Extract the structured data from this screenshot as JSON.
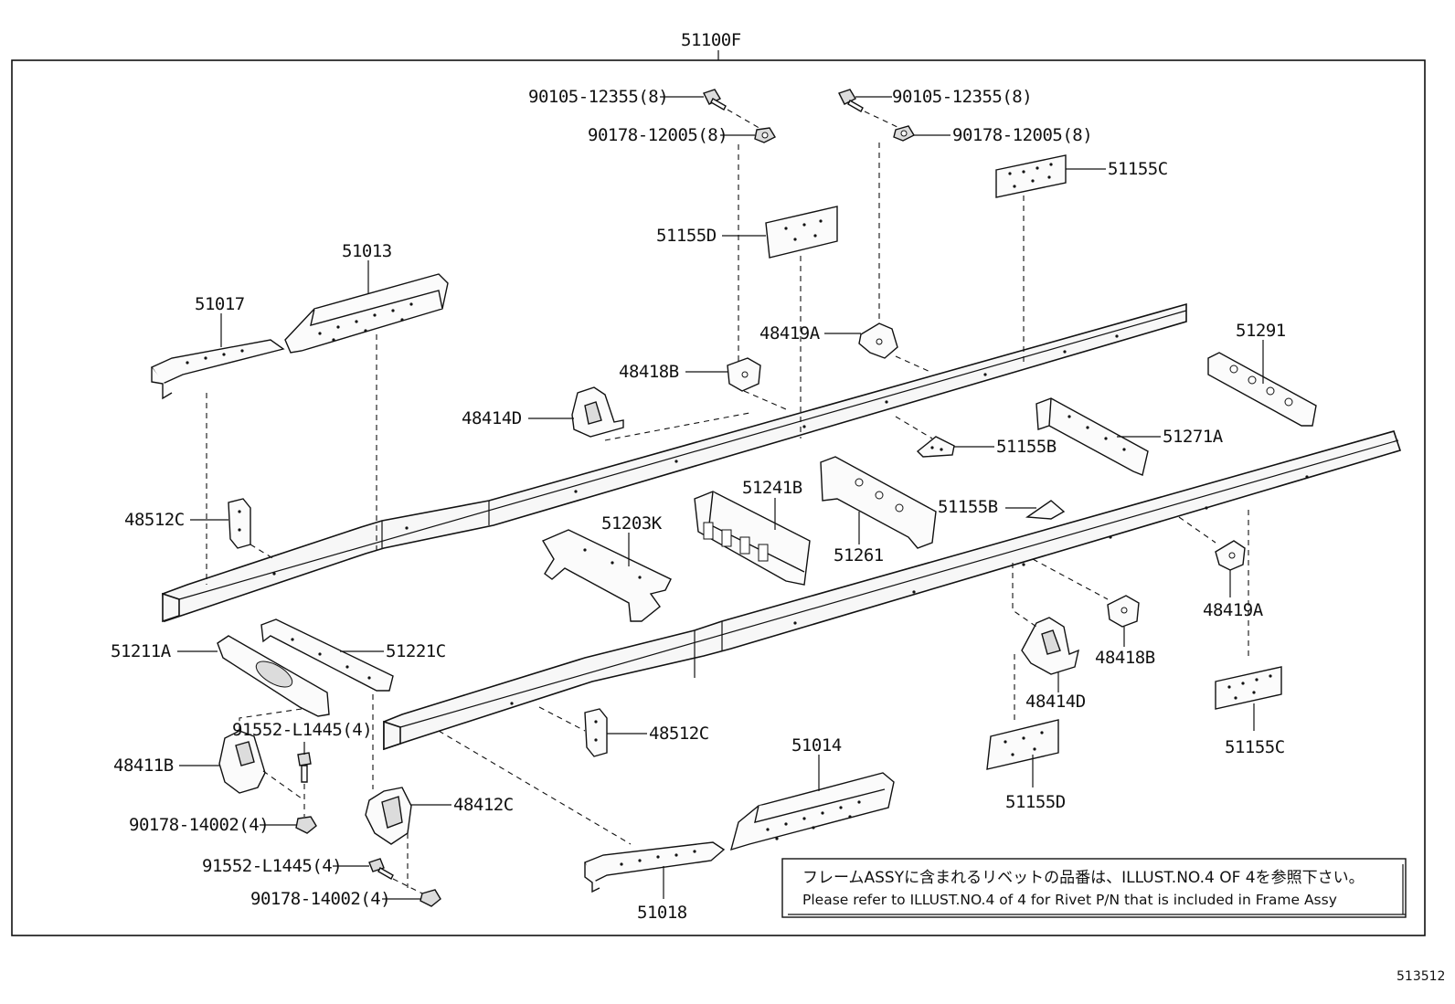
{
  "diagram": {
    "assembly_label": "51100F",
    "illustration_number": "513512",
    "note": {
      "japanese": "フレームASSYに含まれるリベットの品番は、ILLUST.NO.4 OF 4を参照下さい。",
      "english": "Please refer to ILLUST.NO.4 of 4 for Rivet P/N that is included in Frame Assy"
    },
    "parts": {
      "bolt_top_left": "90105-12355(8)",
      "nut_top_left": "90178-12005(8)",
      "bolt_top_right": "90105-12355(8)",
      "nut_top_right": "90178-12005(8)",
      "plate_51155c_top": "51155C",
      "plate_51155d_top": "51155D",
      "rail_51013": "51013",
      "rail_51017": "51017",
      "bracket_48419a_top": "48419A",
      "bracket_48418b_top": "48418B",
      "bracket_48414d_top": "48414D",
      "crossmember_51291": "51291",
      "crossmember_51271a": "51271A",
      "gusset_51155b_upper": "51155B",
      "crossmember_51241b": "51241B",
      "gusset_51155b_lower": "51155B",
      "crossmember_51203k": "51203K",
      "crossmember_51261": "51261",
      "bracket_48512c_left": "48512C",
      "bracket_48419a_right": "48419A",
      "bracket_48418b_right": "48418B",
      "crossmember_51211a": "51211A",
      "crossmember_51221c": "51221C",
      "bolt_mid_left": "91552-L1445(4)",
      "bracket_48411b": "48411B",
      "nut_mid_left": "90178-14002(4)",
      "bracket_48412c": "48412C",
      "bracket_48512c_right": "48512C",
      "bracket_48414d_right": "48414D",
      "plate_51155c_right": "51155C",
      "rail_51014": "51014",
      "plate_51155d_right": "51155D",
      "bolt_bottom_left": "91552-L1445(4)",
      "nut_bottom_left": "90178-14002(4)",
      "rail_51018": "51018"
    }
  }
}
